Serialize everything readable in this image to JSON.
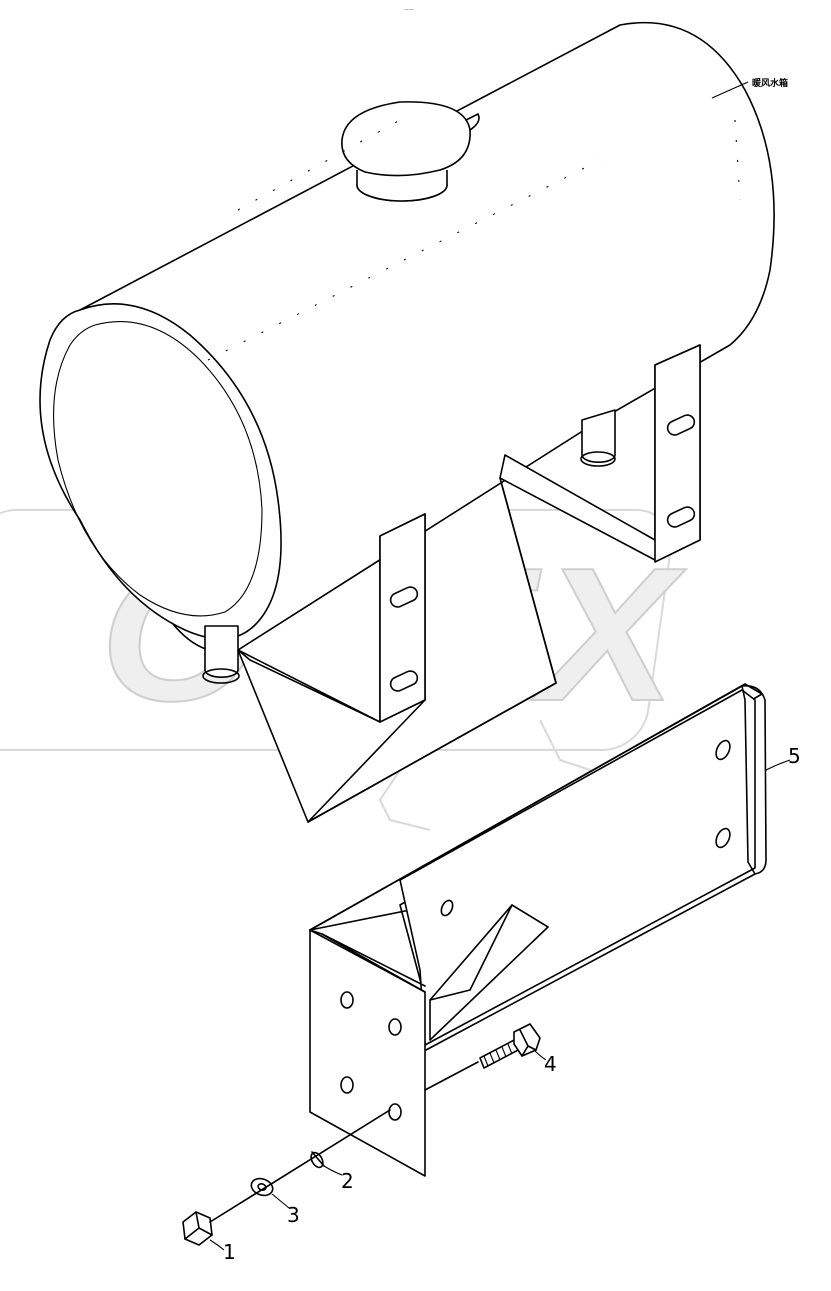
{
  "watermark": {
    "brand": "OPEX"
  },
  "header_mark": "——",
  "part_tag": "暖风水箱",
  "callouts": [
    {
      "id": "1",
      "label": "1"
    },
    {
      "id": "2",
      "label": "2"
    },
    {
      "id": "3",
      "label": "3"
    },
    {
      "id": "4",
      "label": "4"
    },
    {
      "id": "5",
      "label": "5"
    }
  ]
}
